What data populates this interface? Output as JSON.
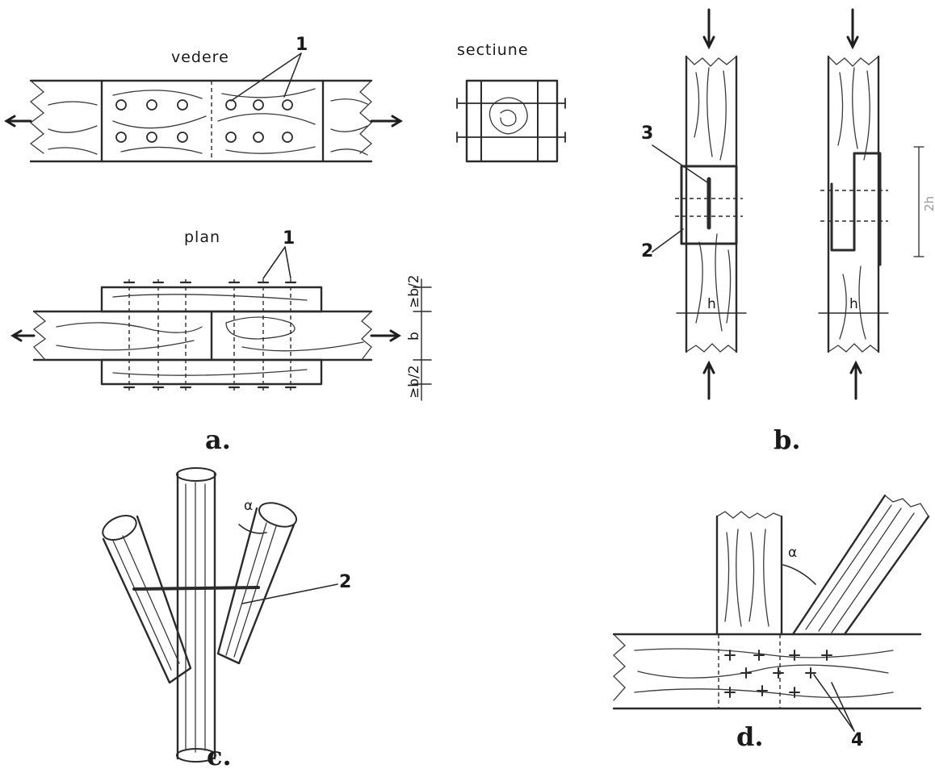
{
  "figure_a": {
    "label": "a.",
    "view_title": "vedere",
    "section_title": "sectiune",
    "plan_title": "plan",
    "callout_view": "1",
    "callout_plan": "1",
    "dim_top": "≥b/2",
    "dim_mid": "b",
    "dim_bottom": "≥b/2"
  },
  "figure_b": {
    "label": "b.",
    "callout_upper": "3",
    "callout_lower": "2",
    "dim_left": "h",
    "dim_right": "h",
    "dim_height": "2h"
  },
  "figure_c": {
    "label": "c.",
    "angle": "α",
    "callout": "2"
  },
  "figure_d": {
    "label": "d.",
    "angle": "α",
    "callout": "4"
  }
}
